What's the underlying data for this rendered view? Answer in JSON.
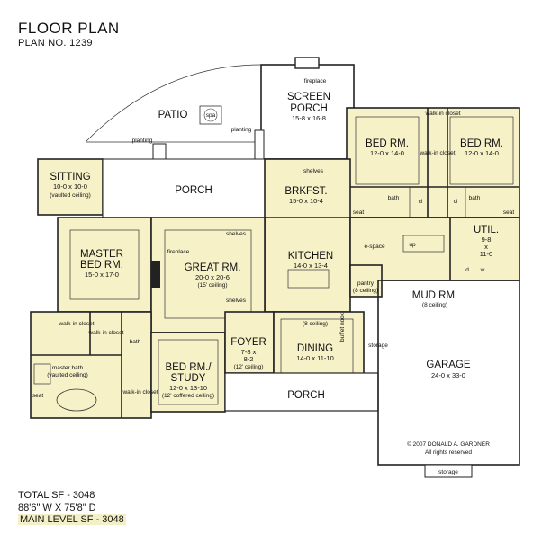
{
  "header": {
    "title": "FLOOR PLAN",
    "plan_no": "PLAN NO. 1239"
  },
  "rooms": {
    "screen_porch": {
      "name1": "SCREEN",
      "name2": "PORCH",
      "dims": "15-8 x 16-8"
    },
    "patio": {
      "name": "PATIO",
      "spa": "spa"
    },
    "sitting": {
      "name": "SITTING",
      "dims": "10-0 x 10-0",
      "note": "(vaulted ceiling)"
    },
    "porch_top": {
      "name": "PORCH"
    },
    "bed_rm_1": {
      "name": "BED RM.",
      "dims": "12-0 x 14-0"
    },
    "bed_rm_2": {
      "name": "BED RM.",
      "dims": "12-0 x 14-0"
    },
    "brkfst": {
      "name": "BRKFST.",
      "dims": "15-0 x 10-4"
    },
    "master": {
      "name1": "MASTER",
      "name2": "BED RM.",
      "dims": "15-0 x 17-0"
    },
    "great_rm": {
      "name": "GREAT RM.",
      "dims": "20-0 x 20-6",
      "note": "(15' ceiling)"
    },
    "kitchen": {
      "name": "KITCHEN",
      "dims": "14-0 x 13-4"
    },
    "util": {
      "name": "UTIL.",
      "dims1": "9-8",
      "dims2": "x",
      "dims3": "11-0"
    },
    "mud_rm": {
      "name": "MUD RM.",
      "note": "(8 ceiling)"
    },
    "dining": {
      "name": "DINING",
      "dims": "14-0 x 11-10",
      "note": "(8 ceiling)"
    },
    "foyer": {
      "name": "FOYER",
      "dims1": "7-8 x",
      "dims2": "8-2",
      "note": "(12' ceiling)"
    },
    "bed_study": {
      "name1": "BED RM./",
      "name2": "STUDY",
      "dims": "12-0 x 13-10",
      "note": "(12' coffered ceiling)"
    },
    "garage": {
      "name": "GARAGE",
      "dims": "24-0 x 33-0"
    },
    "porch_front": {
      "name": "PORCH"
    }
  },
  "small_labels": {
    "fireplace_top": "fireplace",
    "planting_left": "planting",
    "planting_right": "planting",
    "walk_in_closet_top": "walk-in closet",
    "walk_in_closet_mid": "walk-in closet",
    "bath_1": "bath",
    "bath_2": "bath",
    "seat_1": "seat",
    "seat_2": "seat",
    "cl_1": "cl",
    "cl_2": "cl",
    "shelves_brkfst": "shelves",
    "shelves_great_top": "shelves",
    "shelves_great_bottom": "shelves",
    "fireplace_great": "fireplace",
    "e_space": "e-space",
    "up": "up",
    "pantry": "pantry",
    "pantry_note": "(8 ceiling)",
    "d": "d",
    "w": "w",
    "walk_in_closet_master1": "walk-in closet",
    "walk_in_closet_master2": "walk-in closet",
    "bath_master_small": "bath",
    "master_bath": "master bath",
    "master_bath_note": "(vaulted ceiling)",
    "seat_master": "seat",
    "walk_in_closet_study": "walk-in closet",
    "storage_side": "storage",
    "buffet_nook": "buffet nook",
    "storage_garage": "storage"
  },
  "copyright": {
    "line1": "© 2007 DONALD A. GARDNER",
    "line2": "All rights reserved"
  },
  "stats": {
    "total_sf": "TOTAL SF - 3048",
    "dimensions": "88'6\" W X 75'8\" D",
    "main_level": "MAIN LEVEL SF - 3048"
  }
}
